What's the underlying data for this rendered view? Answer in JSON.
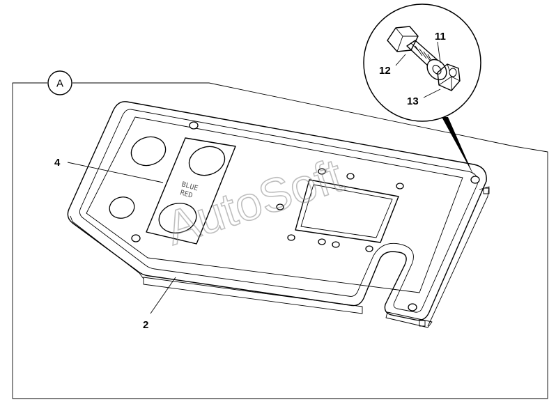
{
  "view_marker": "A",
  "callouts": {
    "plate": "2",
    "sticker": "4",
    "washer": "11",
    "bolt": "12",
    "nut": "13"
  },
  "sticker_text": {
    "line1": "BLUE",
    "line2": "RED"
  },
  "watermark": "AutoSoft",
  "icons": {
    "bolt": "hex-bolt-icon",
    "washer": "washer-icon",
    "nut": "hex-nut-icon"
  }
}
